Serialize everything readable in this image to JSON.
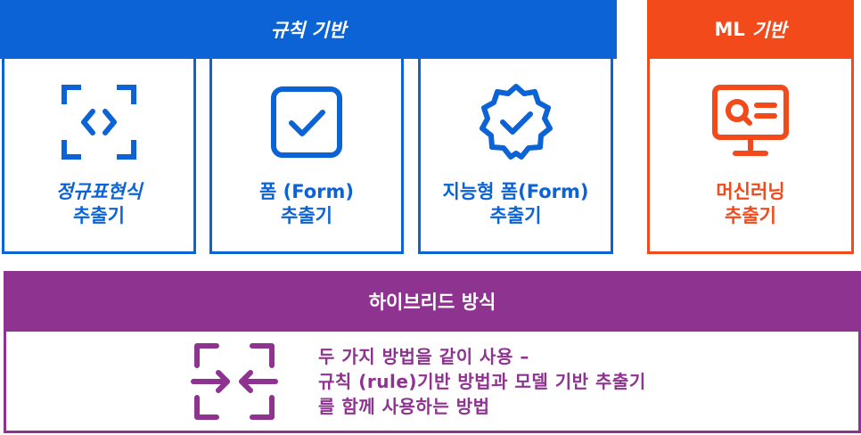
{
  "rule_based": {
    "header": "규칙 기반",
    "cards": [
      {
        "line1": "정규표현식",
        "line2": "추출기",
        "icon": "code-brackets-icon"
      },
      {
        "line1": "폼 (Form)",
        "line2": "추출기",
        "icon": "checkbox-icon"
      },
      {
        "line1": "지능형 폼(Form)",
        "line2": "추출기",
        "icon": "verified-badge-icon"
      }
    ]
  },
  "ml_based": {
    "header_prefix": "ML",
    "header_suffix": "기반",
    "card": {
      "line1": "머신러닝",
      "line2": "추출기",
      "icon": "monitor-search-icon"
    }
  },
  "hybrid": {
    "header": "하이브리드 방식",
    "description_lines": [
      "두 가지 방법을 같이 사용 –",
      "규칙 (rule)기반 방법과 모델 기반 추출기",
      "를 함께 사용하는 방법"
    ],
    "icon": "merge-arrows-icon"
  },
  "colors": {
    "blue": "#0b63d6",
    "orange": "#f24a1b",
    "purple": "#8e338f"
  }
}
